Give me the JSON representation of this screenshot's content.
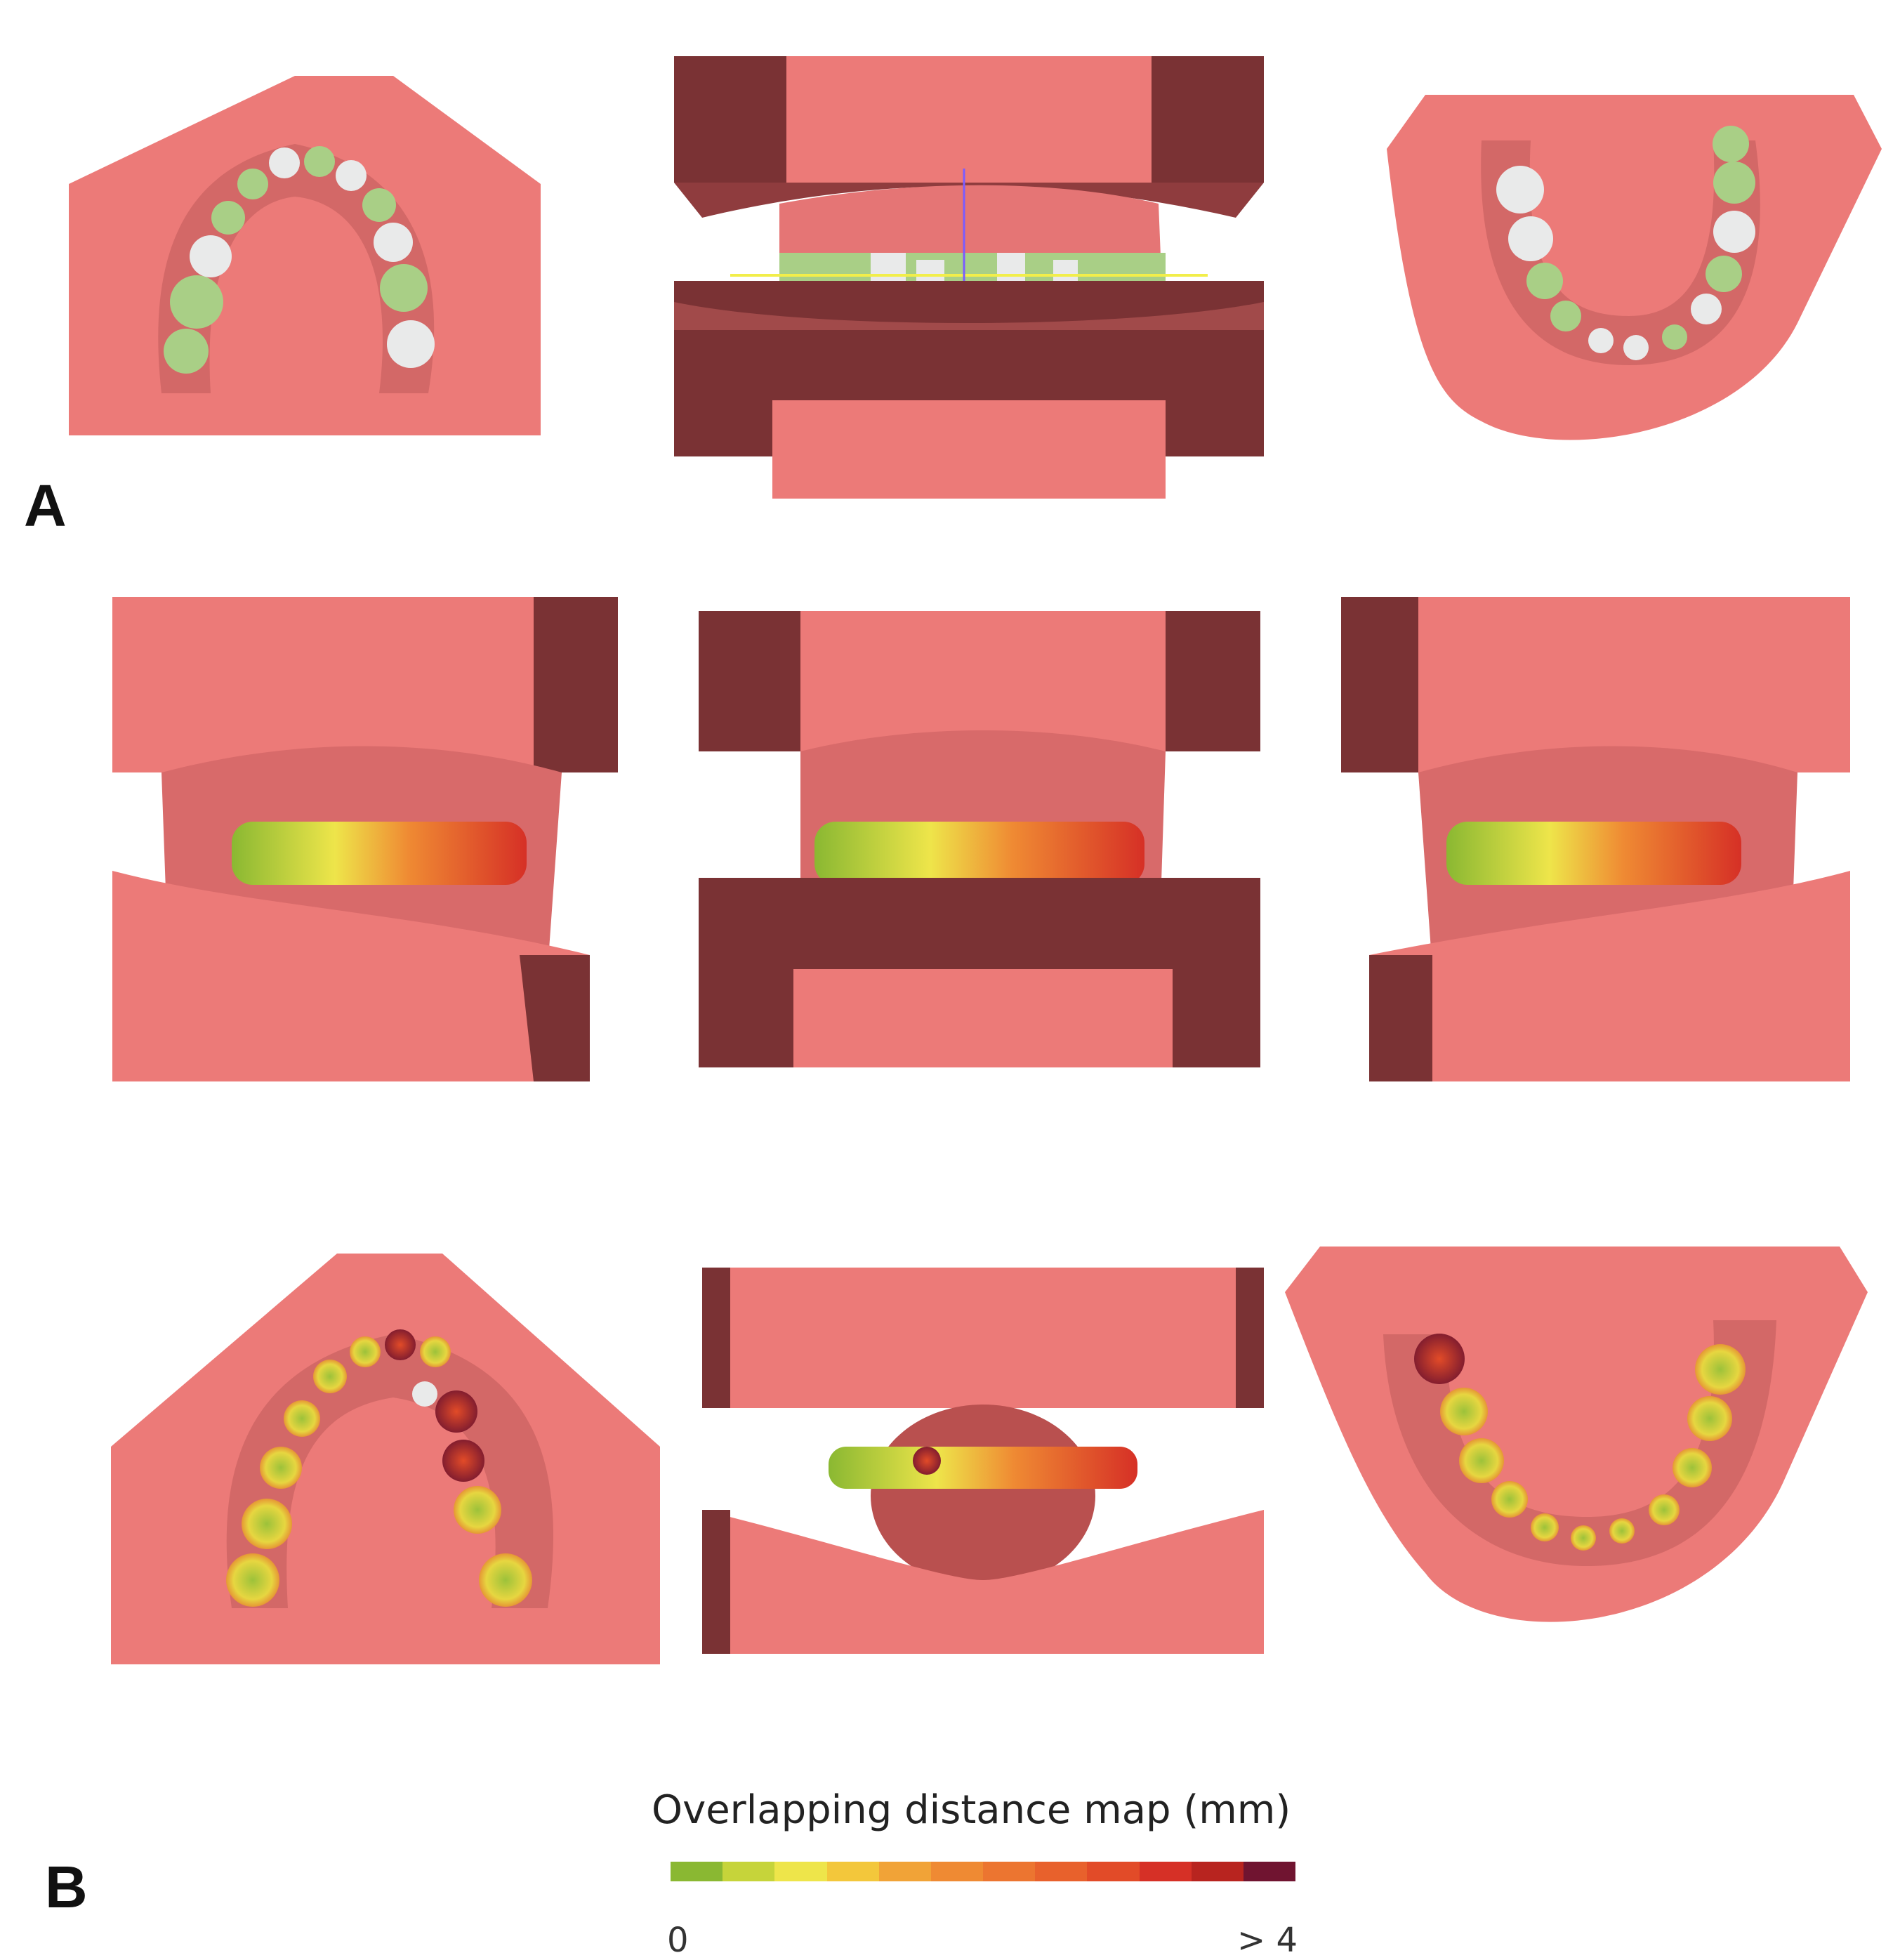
{
  "panels": {
    "a_label": "A",
    "b_label": "B"
  },
  "legend": {
    "title": "Overlapping distance map (mm)",
    "min_label": "0",
    "max_label": "> 4",
    "colors": [
      "#8ab832",
      "#c6d43a",
      "#eee54a",
      "#f3c73b",
      "#f1a337",
      "#ef8a33",
      "#ec7530",
      "#e8612c",
      "#e24b28",
      "#d63026",
      "#b8241f",
      "#701430"
    ]
  },
  "colors": {
    "gum": "#ec7a78",
    "gum_shadow": "#7a3234",
    "base_side": "#6e2c2e",
    "tooth_green": "#a9cf86",
    "tooth_white": "#e9eaea"
  }
}
